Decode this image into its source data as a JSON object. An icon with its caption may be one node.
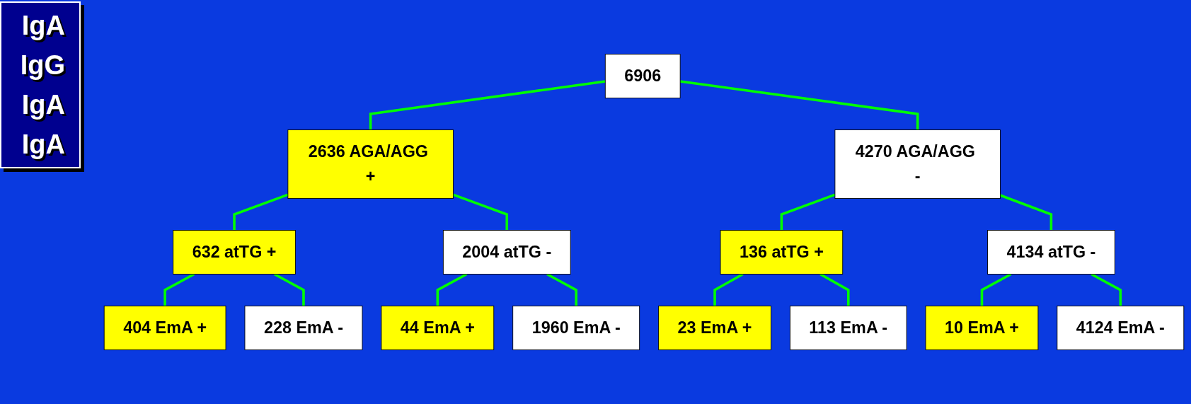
{
  "diagram": {
    "nodes": [
      {
        "text": [
          "6906"
        ]
      },
      {
        "text": [
          "2636 AGA/AGG +"
        ]
      },
      {
        "text": [
          "4270 AGA/AGG -"
        ]
      },
      {
        "text": [
          "632 atTG +"
        ]
      },
      {
        "text": [
          "2004 atTG -"
        ]
      },
      {
        "text": [
          "136 atTG +"
        ]
      },
      {
        "text": [
          "4134 atTG -"
        ]
      },
      {
        "text": [
          "404 EmA +"
        ]
      },
      {
        "text": [
          "228 EmA -"
        ]
      },
      {
        "text": [
          "44 EmA +"
        ]
      },
      {
        "text": [
          "1960 EmA -"
        ]
      },
      {
        "text": [
          "23 EmA +"
        ]
      },
      {
        "text": [
          "113 EmA -"
        ]
      },
      {
        "text": [
          "10 EmA +"
        ]
      },
      {
        "text": [
          "4124 EmA -"
        ]
      }
    ],
    "edges": [
      {
        "from": 0,
        "to": 1,
        "arrow": "none"
      },
      {
        "from": 0,
        "to": 2,
        "arrow": "none"
      },
      {
        "from": 1,
        "to": 3,
        "arrow": "none"
      },
      {
        "from": 1,
        "to": 4,
        "arrow": "none"
      },
      {
        "from": 2,
        "to": 5,
        "arrow": "none"
      },
      {
        "from": 2,
        "to": 6,
        "arrow": "none"
      },
      {
        "from": 3,
        "to": 7,
        "arrow": "none"
      },
      {
        "from": 3,
        "to": 8,
        "arrow": "none"
      },
      {
        "from": 4,
        "to": 9,
        "arrow": "none"
      },
      {
        "from": 4,
        "to": 10,
        "arrow": "none"
      },
      {
        "from": 5,
        "to": 11,
        "arrow": "none"
      },
      {
        "from": 5,
        "to": 12,
        "arrow": "none"
      },
      {
        "from": 6,
        "to": 13,
        "arrow": "none"
      },
      {
        "from": 6,
        "to": 14,
        "arrow": "none"
      }
    ],
    "labels": [
      "IgA",
      "IgG",
      "IgA",
      "IgA"
    ]
  }
}
